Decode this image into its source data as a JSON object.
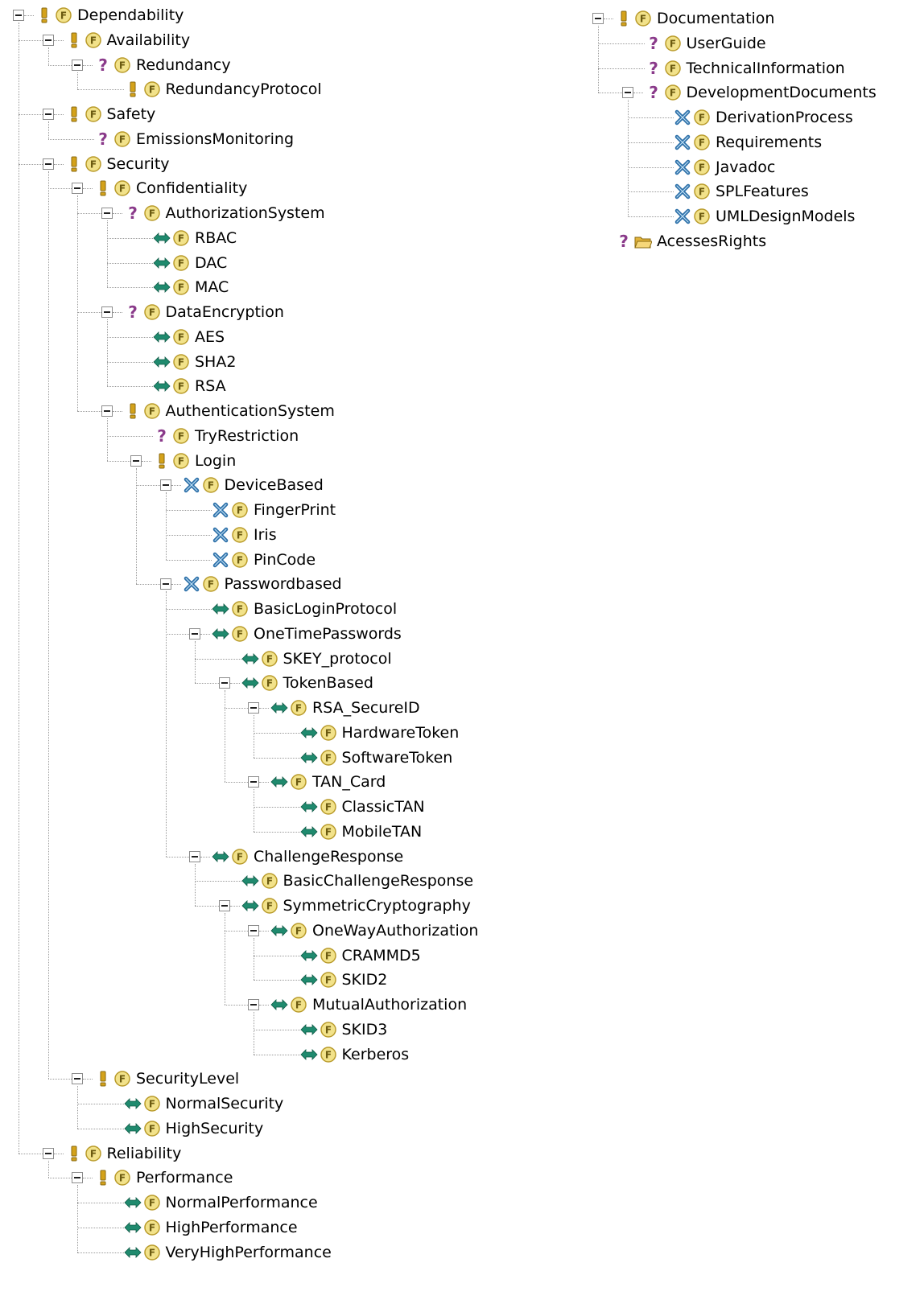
{
  "colors": {
    "feature_icon_fill": "#f2e28a",
    "feature_icon_stroke": "#b99b2b",
    "mandatory": "#d4a21a",
    "optional": "#8a3a8a",
    "or_group": "#2c6fa8",
    "alternative": "#1f8a6e",
    "folder": "#e0b23a"
  },
  "legend_icons": {
    "mandatory": "exclamation-icon",
    "optional": "question-icon",
    "or": "x-icon",
    "alternative": "double-arrow-icon",
    "feature": "f-badge-icon",
    "folder": "folder-icon"
  },
  "tree_left": [
    {
      "label": "Dependability",
      "depth": 0,
      "type": "mandatory",
      "expanded": true
    },
    {
      "label": "Availability",
      "depth": 1,
      "type": "mandatory",
      "expanded": true
    },
    {
      "label": "Redundancy",
      "depth": 2,
      "type": "optional",
      "expanded": true
    },
    {
      "label": "RedundancyProtocol",
      "depth": 3,
      "type": "mandatory"
    },
    {
      "label": "Safety",
      "depth": 1,
      "type": "mandatory",
      "expanded": true
    },
    {
      "label": "EmissionsMonitoring",
      "depth": 2,
      "type": "optional"
    },
    {
      "label": "Security",
      "depth": 1,
      "type": "mandatory",
      "expanded": true
    },
    {
      "label": "Confidentiality",
      "depth": 2,
      "type": "mandatory",
      "expanded": true
    },
    {
      "label": "AuthorizationSystem",
      "depth": 3,
      "type": "optional",
      "expanded": true
    },
    {
      "label": "RBAC",
      "depth": 4,
      "type": "alternative"
    },
    {
      "label": "DAC",
      "depth": 4,
      "type": "alternative"
    },
    {
      "label": "MAC",
      "depth": 4,
      "type": "alternative"
    },
    {
      "label": "DataEncryption",
      "depth": 3,
      "type": "optional",
      "expanded": true
    },
    {
      "label": "AES",
      "depth": 4,
      "type": "alternative"
    },
    {
      "label": "SHA2",
      "depth": 4,
      "type": "alternative"
    },
    {
      "label": "RSA",
      "depth": 4,
      "type": "alternative"
    },
    {
      "label": "AuthenticationSystem",
      "depth": 3,
      "type": "mandatory",
      "expanded": true
    },
    {
      "label": "TryRestriction",
      "depth": 4,
      "type": "optional"
    },
    {
      "label": "Login",
      "depth": 4,
      "type": "mandatory",
      "expanded": true
    },
    {
      "label": "DeviceBased",
      "depth": 5,
      "type": "or",
      "expanded": true
    },
    {
      "label": "FingerPrint",
      "depth": 6,
      "type": "or"
    },
    {
      "label": "Iris",
      "depth": 6,
      "type": "or"
    },
    {
      "label": "PinCode",
      "depth": 6,
      "type": "or"
    },
    {
      "label": "Passwordbased",
      "depth": 5,
      "type": "or",
      "expanded": true
    },
    {
      "label": "BasicLoginProtocol",
      "depth": 6,
      "type": "alternative"
    },
    {
      "label": "OneTimePasswords",
      "depth": 6,
      "type": "alternative",
      "expanded": true
    },
    {
      "label": "SKEY_protocol",
      "depth": 7,
      "type": "alternative"
    },
    {
      "label": "TokenBased",
      "depth": 7,
      "type": "alternative",
      "expanded": true
    },
    {
      "label": "RSA_SecureID",
      "depth": 8,
      "type": "alternative",
      "expanded": true
    },
    {
      "label": "HardwareToken",
      "depth": 9,
      "type": "alternative"
    },
    {
      "label": "SoftwareToken",
      "depth": 9,
      "type": "alternative"
    },
    {
      "label": "TAN_Card",
      "depth": 8,
      "type": "alternative",
      "expanded": true
    },
    {
      "label": "ClassicTAN",
      "depth": 9,
      "type": "alternative"
    },
    {
      "label": "MobileTAN",
      "depth": 9,
      "type": "alternative"
    },
    {
      "label": "ChallengeResponse",
      "depth": 6,
      "type": "alternative",
      "expanded": true
    },
    {
      "label": "BasicChallengeResponse",
      "depth": 7,
      "type": "alternative"
    },
    {
      "label": "SymmetricCryptography",
      "depth": 7,
      "type": "alternative",
      "expanded": true
    },
    {
      "label": "OneWayAuthorization",
      "depth": 8,
      "type": "alternative",
      "expanded": true
    },
    {
      "label": "CRAMMD5",
      "depth": 9,
      "type": "alternative"
    },
    {
      "label": "SKID2",
      "depth": 9,
      "type": "alternative"
    },
    {
      "label": "MutualAuthorization",
      "depth": 8,
      "type": "alternative",
      "expanded": true
    },
    {
      "label": "SKID3",
      "depth": 9,
      "type": "alternative"
    },
    {
      "label": "Kerberos",
      "depth": 9,
      "type": "alternative"
    },
    {
      "label": "SecurityLevel",
      "depth": 2,
      "type": "mandatory",
      "expanded": true
    },
    {
      "label": "NormalSecurity",
      "depth": 3,
      "type": "alternative"
    },
    {
      "label": "HighSecurity",
      "depth": 3,
      "type": "alternative"
    },
    {
      "label": "Reliability",
      "depth": 1,
      "type": "mandatory",
      "expanded": true
    },
    {
      "label": "Performance",
      "depth": 2,
      "type": "mandatory",
      "expanded": true
    },
    {
      "label": "NormalPerformance",
      "depth": 3,
      "type": "alternative"
    },
    {
      "label": "HighPerformance",
      "depth": 3,
      "type": "alternative"
    },
    {
      "label": "VeryHighPerformance",
      "depth": 3,
      "type": "alternative"
    }
  ],
  "tree_right": [
    {
      "label": "Documentation",
      "depth": 0,
      "type": "mandatory",
      "expanded": true
    },
    {
      "label": "UserGuide",
      "depth": 1,
      "type": "optional"
    },
    {
      "label": "TechnicalInformation",
      "depth": 1,
      "type": "optional"
    },
    {
      "label": "DevelopmentDocuments",
      "depth": 1,
      "type": "optional",
      "expanded": true
    },
    {
      "label": "DerivationProcess",
      "depth": 2,
      "type": "or"
    },
    {
      "label": "Requirements",
      "depth": 2,
      "type": "or"
    },
    {
      "label": "Javadoc",
      "depth": 2,
      "type": "or"
    },
    {
      "label": "SPLFeatures",
      "depth": 2,
      "type": "or"
    },
    {
      "label": "UMLDesignModels",
      "depth": 2,
      "type": "or"
    },
    {
      "label": "AcessesRights",
      "depth": 0,
      "type": "optional",
      "folder": true
    }
  ]
}
